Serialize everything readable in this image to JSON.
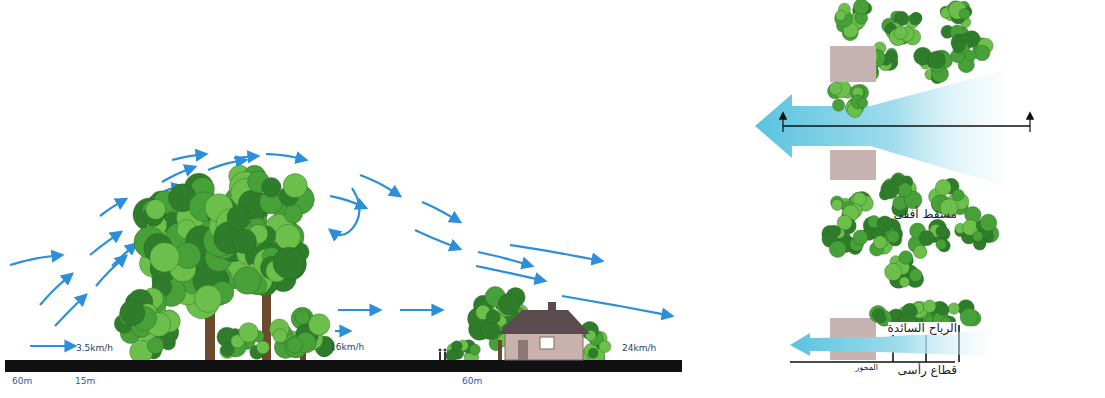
{
  "diagram": {
    "labels": [
      "3.5km/h",
      "16km/h",
      "24km/h",
      "60m",
      "15m",
      "60m",
      "مسقط أفقى",
      "الرياح السائدة",
      "قطاع رأسى",
      "المحور"
    ]
  }
}
